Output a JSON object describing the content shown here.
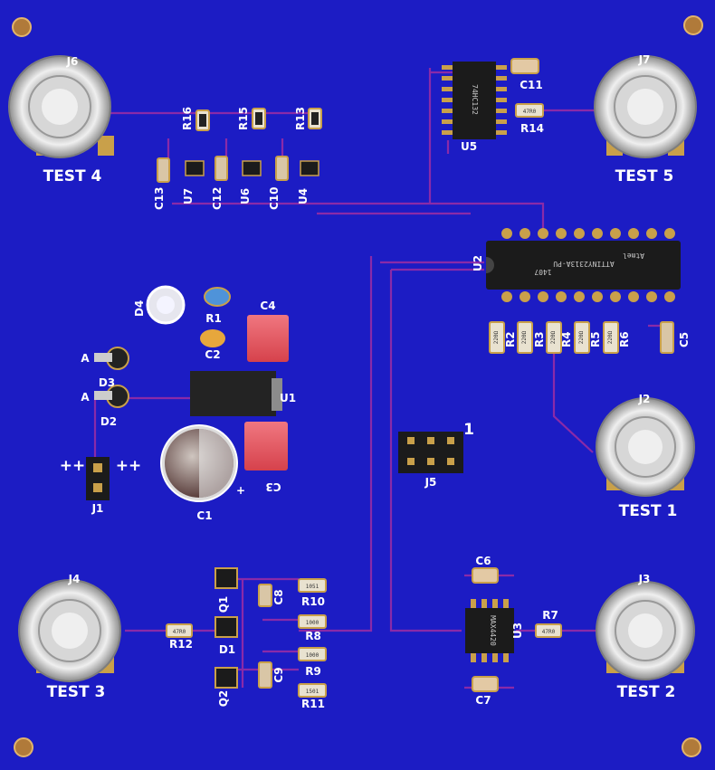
{
  "board": {
    "colors": {
      "soldermask": "#1c1cc4",
      "trace": "#8a2aa8",
      "pad": "#c9a04a",
      "silkscreen": "#ffffff",
      "chip": "#1b1b1b",
      "bnc_metal": "#d8d8d8",
      "capacitor_red": "#e5535d"
    },
    "test_points": [
      "TEST 4",
      "TEST 5",
      "TEST 1",
      "TEST 2",
      "TEST 3"
    ],
    "connector_refs": [
      "J6",
      "J7",
      "J2",
      "J3",
      "J4",
      "J5",
      "J1"
    ],
    "refs": {
      "R16": "R16",
      "R15": "R15",
      "R13": "R13",
      "C13": "C13",
      "U7": "U7",
      "C12": "C12",
      "U6": "U6",
      "C10": "C10",
      "U4": "U4",
      "U5": "U5",
      "C11": "C11",
      "R14": "R14",
      "U2": "U2",
      "R2": "R2",
      "R3": "R3",
      "R4": "R4",
      "R5": "R5",
      "R6": "R6",
      "C5": "C5",
      "D4": "D4",
      "R1": "R1",
      "C4": "C4",
      "C2": "C2",
      "D3": "D3",
      "D2": "D2",
      "U1": "U1",
      "C1": "C1",
      "C3": "C3",
      "Q1": "Q1",
      "C8": "C8",
      "R10": "R10",
      "R8": "R8",
      "D1": "D1",
      "R12": "R12",
      "C9": "C9",
      "R9": "R9",
      "Q2": "Q2",
      "R11": "R11",
      "C6": "C6",
      "U3": "U3",
      "R7": "R7",
      "C7": "C7"
    },
    "silk_misc": {
      "anode_a1": "A",
      "anode_a2": "A",
      "plus_left": "++",
      "plus_right": "++",
      "pin1": "1",
      "c1_polarity": "+"
    },
    "chip_markings": {
      "u2_part": "ATTINY2313A-PU",
      "u2_date": "1407",
      "u2_brand": "Atmel",
      "u3_part": "MAX4420",
      "u5_part": "74HC132"
    },
    "resistor_values": {
      "R2": "220Ω",
      "R3": "220Ω",
      "R4": "220Ω",
      "R5": "220Ω",
      "R6": "220Ω",
      "R8": "1000",
      "R9": "1000",
      "R10": "1051",
      "R11": "1501",
      "R7": "47R0",
      "R12": "47R0",
      "R14": "47R0"
    }
  }
}
